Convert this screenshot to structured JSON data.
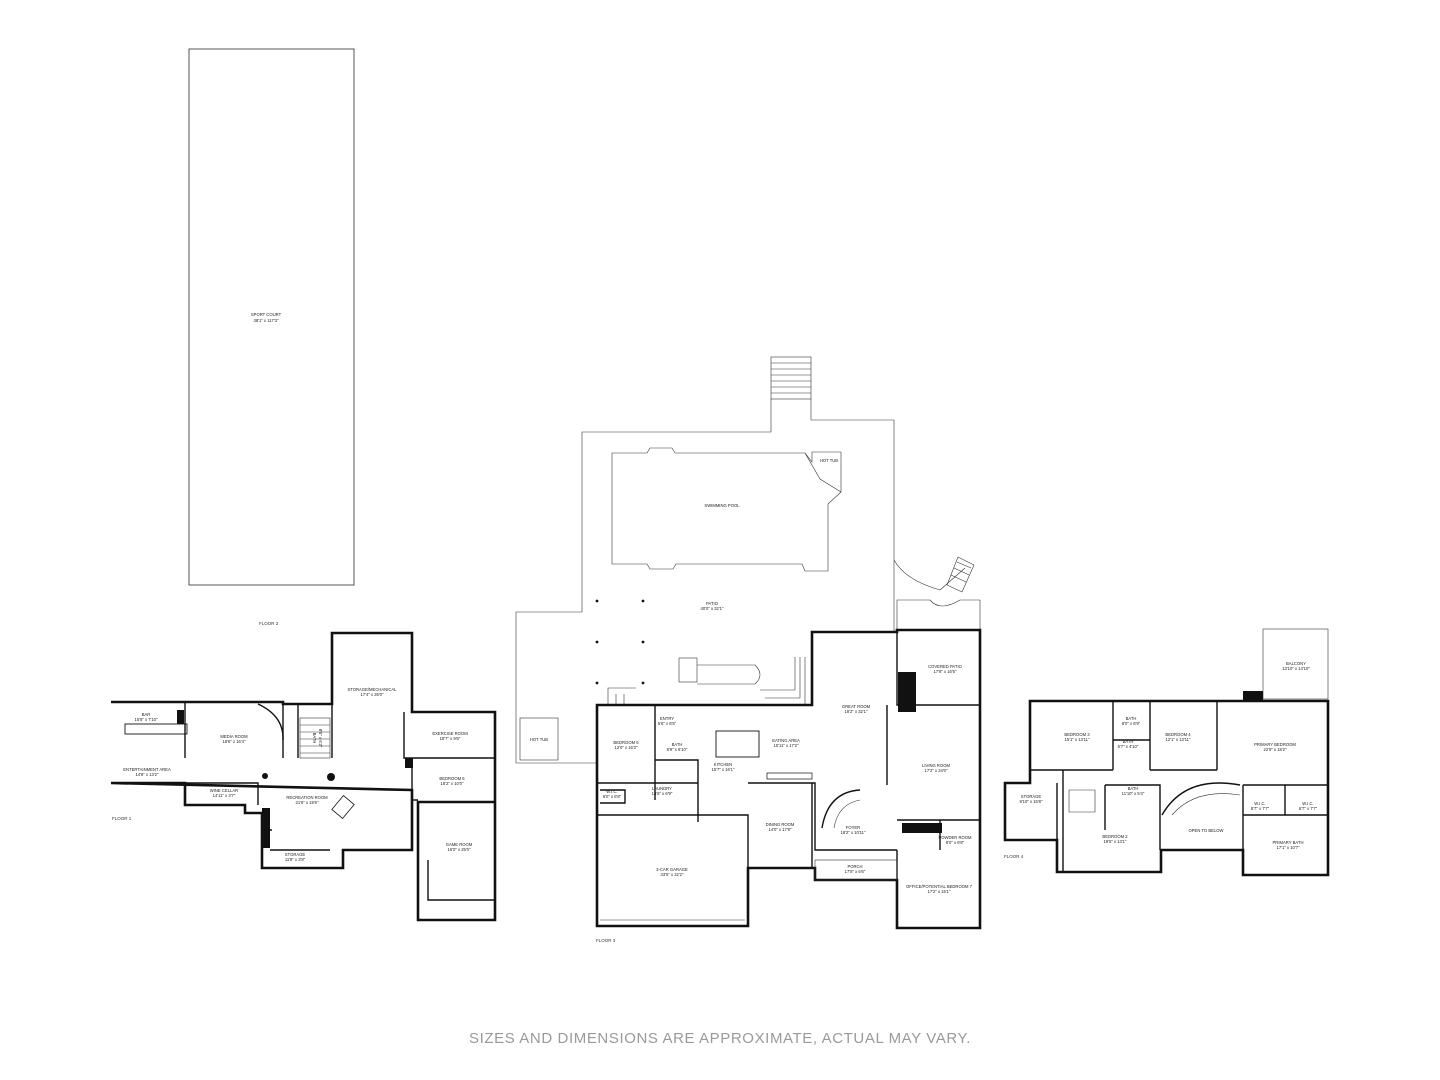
{
  "floors": {
    "floor1": "FLOOR 1",
    "floor2": "FLOOR 2",
    "floor3": "FLOOR 3",
    "floor4": "FLOOR 4"
  },
  "rooms": {
    "sport_court": {
      "name": "SPORT COURT",
      "dim": "38'1\" x 117'3\""
    },
    "bar": {
      "name": "BAR",
      "dim": "15'8\" x 7'10\""
    },
    "media_room": {
      "name": "MEDIA ROOM",
      "dim": "18'6\" x 16'4\""
    },
    "storage_mech": {
      "name": "STORAGE/MECHANICAL",
      "dim": "17'4\" x 26'0\""
    },
    "entertainment": {
      "name": "ENTERTAINMENT AREA",
      "dim": "14'8\" x 13'2\""
    },
    "wine_cellar": {
      "name": "WINE CELLAR",
      "dim": "14'11\" x 3'7\""
    },
    "recreation": {
      "name": "RECREATION ROOM",
      "dim": "31'6\" x 19'6\""
    },
    "storage1": {
      "name": "STORAGE",
      "dim": "11'8\" x 3'8\""
    },
    "exercise": {
      "name": "EXERCISE ROOM",
      "dim": "18'7\" x 9'6\""
    },
    "bedroom6": {
      "name": "BEDROOM 6",
      "dim": "16'2\" x 10'0\""
    },
    "game_room": {
      "name": "GAME ROOM",
      "dim": "16'0\" x 25'0\""
    },
    "bath1": {
      "name": "BATH",
      "dim": "8'5\" x 6'2\""
    },
    "hot_tub_top": {
      "name": "HOT TUB",
      "dim": ""
    },
    "swimming_pool": {
      "name": "SWIMMING POOL",
      "dim": ""
    },
    "patio": {
      "name": "PATIO",
      "dim": "40'0\" x 32'1\""
    },
    "hot_tub_left": {
      "name": "HOT TUB",
      "dim": ""
    },
    "covered_patio": {
      "name": "COVERED PATIO",
      "dim": "17'8\" x 16'5\""
    },
    "great_room": {
      "name": "GREAT ROOM",
      "dim": "18'2\" x 32'1\""
    },
    "entry": {
      "name": "ENTRY",
      "dim": "5'6\" x 6'5\""
    },
    "bedroom5": {
      "name": "BEDROOM 5",
      "dim": "12'0\" x 16'2\""
    },
    "bath_f3": {
      "name": "BATH",
      "dim": "8'9\" x 6'10\""
    },
    "eating_area": {
      "name": "EATING AREA",
      "dim": "10'11\" x 17'2\""
    },
    "kitchen": {
      "name": "KITCHEN",
      "dim": "15'7\" x 16'1\""
    },
    "living_room": {
      "name": "LIVING ROOM",
      "dim": "17'2\" x 24'0\""
    },
    "wic_f3": {
      "name": "W.I.C.",
      "dim": "6'0\" x 6'8\""
    },
    "laundry": {
      "name": "LAUNDRY",
      "dim": "14'6\" x 6'9\""
    },
    "dining_room": {
      "name": "DINING ROOM",
      "dim": "14'0\" x 17'9\""
    },
    "foyer": {
      "name": "FOYER",
      "dim": "18'2\" x 10'11\""
    },
    "powder_room": {
      "name": "POWDER ROOM",
      "dim": "8'0\" x 6'8\""
    },
    "garage": {
      "name": "3-CAR GARAGE",
      "dim": "33'5\" x 22'2\""
    },
    "porch": {
      "name": "PORCH",
      "dim": "17'8\" x 6'6\""
    },
    "office": {
      "name": "OFFICE/POTENTIAL BEDROOM 7",
      "dim": "17'2\" x 15'1\""
    },
    "balcony": {
      "name": "BALCONY",
      "dim": "13'10\" x 14'10\""
    },
    "bedroom3": {
      "name": "BEDROOM 3",
      "dim": "15'1\" x 13'11\""
    },
    "bath_a": {
      "name": "BATH",
      "dim": "8'0\" x 6'9\""
    },
    "bath_b": {
      "name": "BATH",
      "dim": "6'7\" x 4'10\""
    },
    "bedroom4": {
      "name": "BEDROOM 4",
      "dim": "12'1\" x 13'11\""
    },
    "primary_bedroom": {
      "name": "PRIMARY BEDROOM",
      "dim": "22'9\" x 18'2\""
    },
    "storage4": {
      "name": "STORAGE",
      "dim": "9'10\" x 15'8\""
    },
    "bath_c": {
      "name": "BATH",
      "dim": "11'10\" x 5'4\""
    },
    "bedroom2": {
      "name": "BEDROOM 2",
      "dim": "19'5\" x 13'1\""
    },
    "open_below": {
      "name": "OPEN TO BELOW",
      "dim": ""
    },
    "wic_a": {
      "name": "W.I.C.",
      "dim": "8'7\" x 7'7\""
    },
    "wic_b": {
      "name": "W.I.C.",
      "dim": "6'7\" x 7'7\""
    },
    "primary_bath": {
      "name": "PRIMARY BATH",
      "dim": "17'1\" x 10'7\""
    }
  },
  "disclaimer": "SIZES AND DIMENSIONS ARE APPROXIMATE, ACTUAL MAY VARY."
}
